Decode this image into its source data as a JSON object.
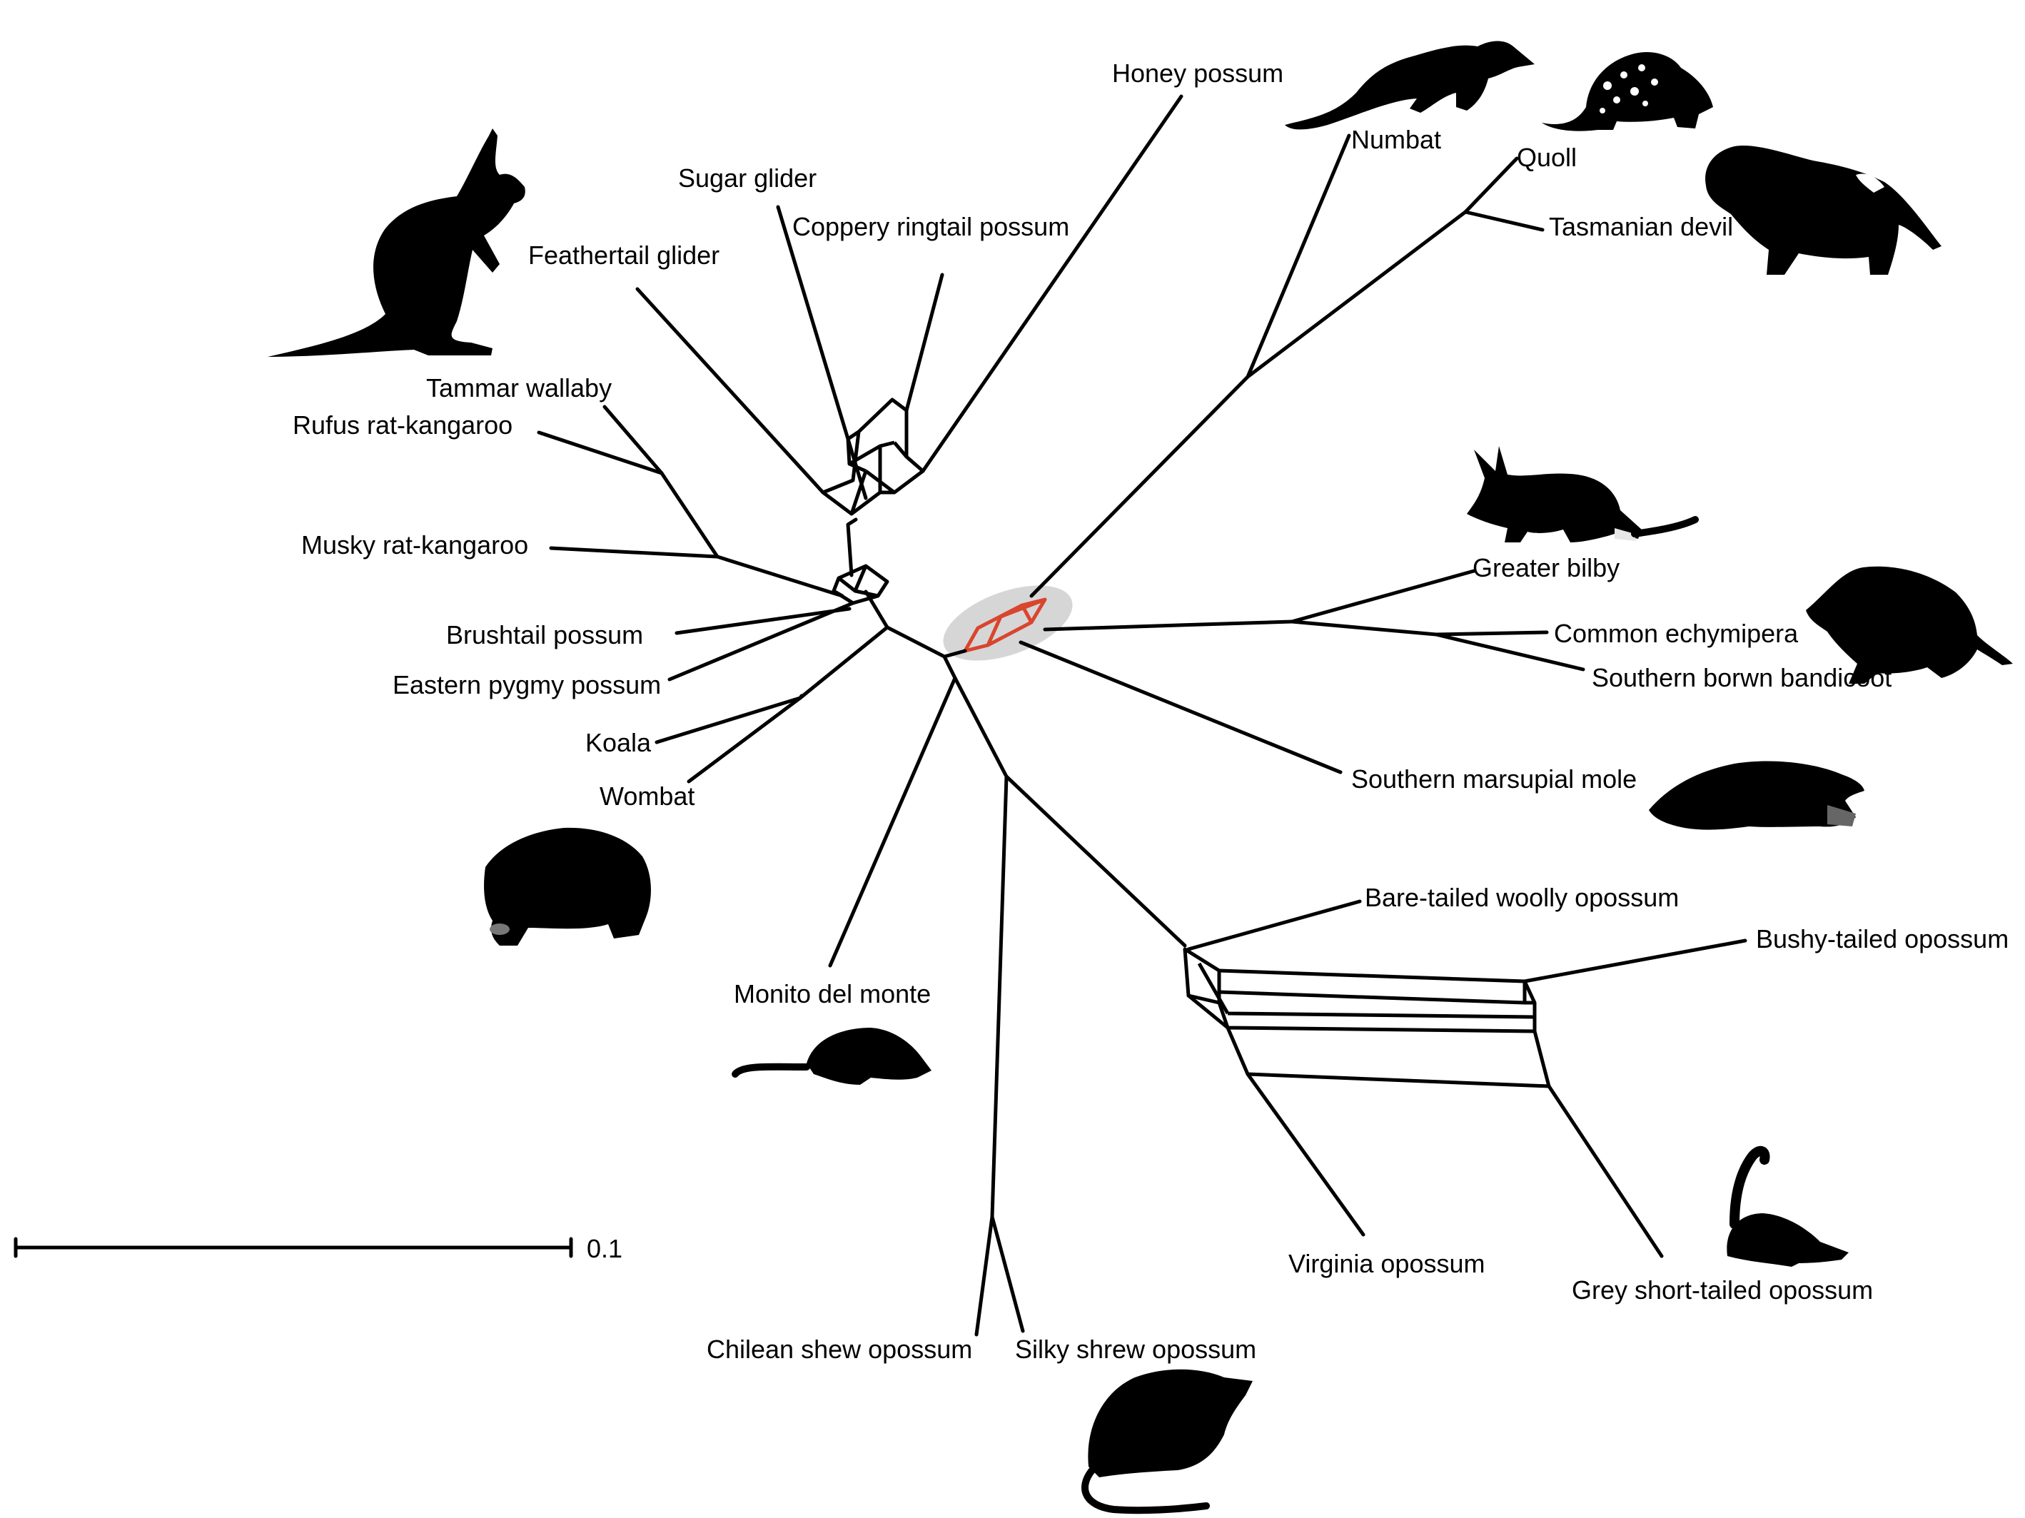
{
  "network": {
    "taxa": {
      "honey_possum": "Honey possum",
      "numbat": "Numbat",
      "quoll": "Quoll",
      "tasmanian_devil": "Tasmanian devil",
      "sugar_glider": "Sugar glider",
      "coppery_ringtail": "Coppery ringtail possum",
      "feathertail_glider": "Feathertail glider",
      "tammar_wallaby": "Tammar wallaby",
      "rufus_rat_kangaroo": "Rufus rat-kangaroo",
      "musky_rat_kangaroo": "Musky rat-kangaroo",
      "brushtail_possum": "Brushtail possum",
      "eastern_pygmy_possum": "Eastern pygmy possum",
      "koala": "Koala",
      "wombat": "Wombat",
      "greater_bilby": "Greater bilby",
      "common_echymipera": "Common echymipera",
      "southern_brown_bandicoot": "Southern borwn bandicoot",
      "southern_marsupial_mole": "Southern marsupial mole",
      "bare_tailed_woolly_opossum": "Bare-tailed woolly opossum",
      "bushy_tailed_opossum": "Bushy-tailed opossum",
      "monito_del_monte": "Monito del monte",
      "virginia_opossum": "Virginia opossum",
      "grey_short_tailed_opossum": "Grey short-tailed opossum",
      "chilean_shrew_opossum": "Chilean shew opossum",
      "silky_shrew_opossum": "Silky shrew opossum"
    },
    "scale_bar": {
      "value_label": "0.1"
    },
    "colors": {
      "edges": "#000000",
      "highlighted_reticulation": "#d9452e",
      "highlight_ellipse": "#d6d6d6"
    },
    "icons": [
      "kangaroo-silhouette-icon",
      "numbat-silhouette-icon",
      "quoll-silhouette-icon",
      "tasmanian-devil-silhouette-icon",
      "bilby-silhouette-icon",
      "bandicoot-silhouette-icon",
      "marsupial-mole-silhouette-icon",
      "wombat-silhouette-icon",
      "monito-silhouette-icon",
      "short-tailed-opossum-silhouette-icon",
      "shrew-opossum-silhouette-icon"
    ]
  }
}
